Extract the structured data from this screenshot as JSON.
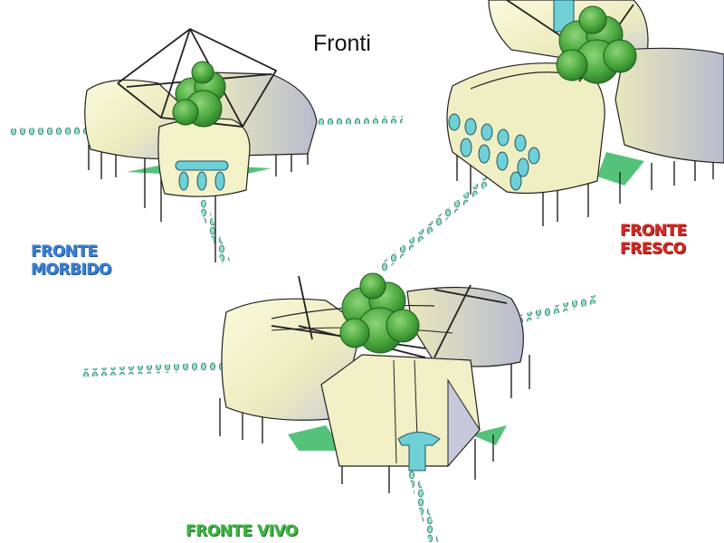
{
  "title": "Fronti",
  "labels": {
    "morbido": {
      "line1": "FRONTE",
      "line2": "MORBIDO",
      "color": "#3b7fd0"
    },
    "fresco": {
      "line1": "FRONTE",
      "line2": "FRESCO",
      "color": "#d42a25"
    },
    "vivo": {
      "line1": "FRONTE VIVO",
      "color": "#3fb545"
    }
  },
  "palette": {
    "module_fill": "#f1f0c6",
    "module_shade": "#c9cbd9",
    "tree_green": "#4aa83d",
    "ground_green": "#55c27a",
    "coil_teal": "#7fd7c4",
    "window_cyan": "#6fd0d6"
  }
}
